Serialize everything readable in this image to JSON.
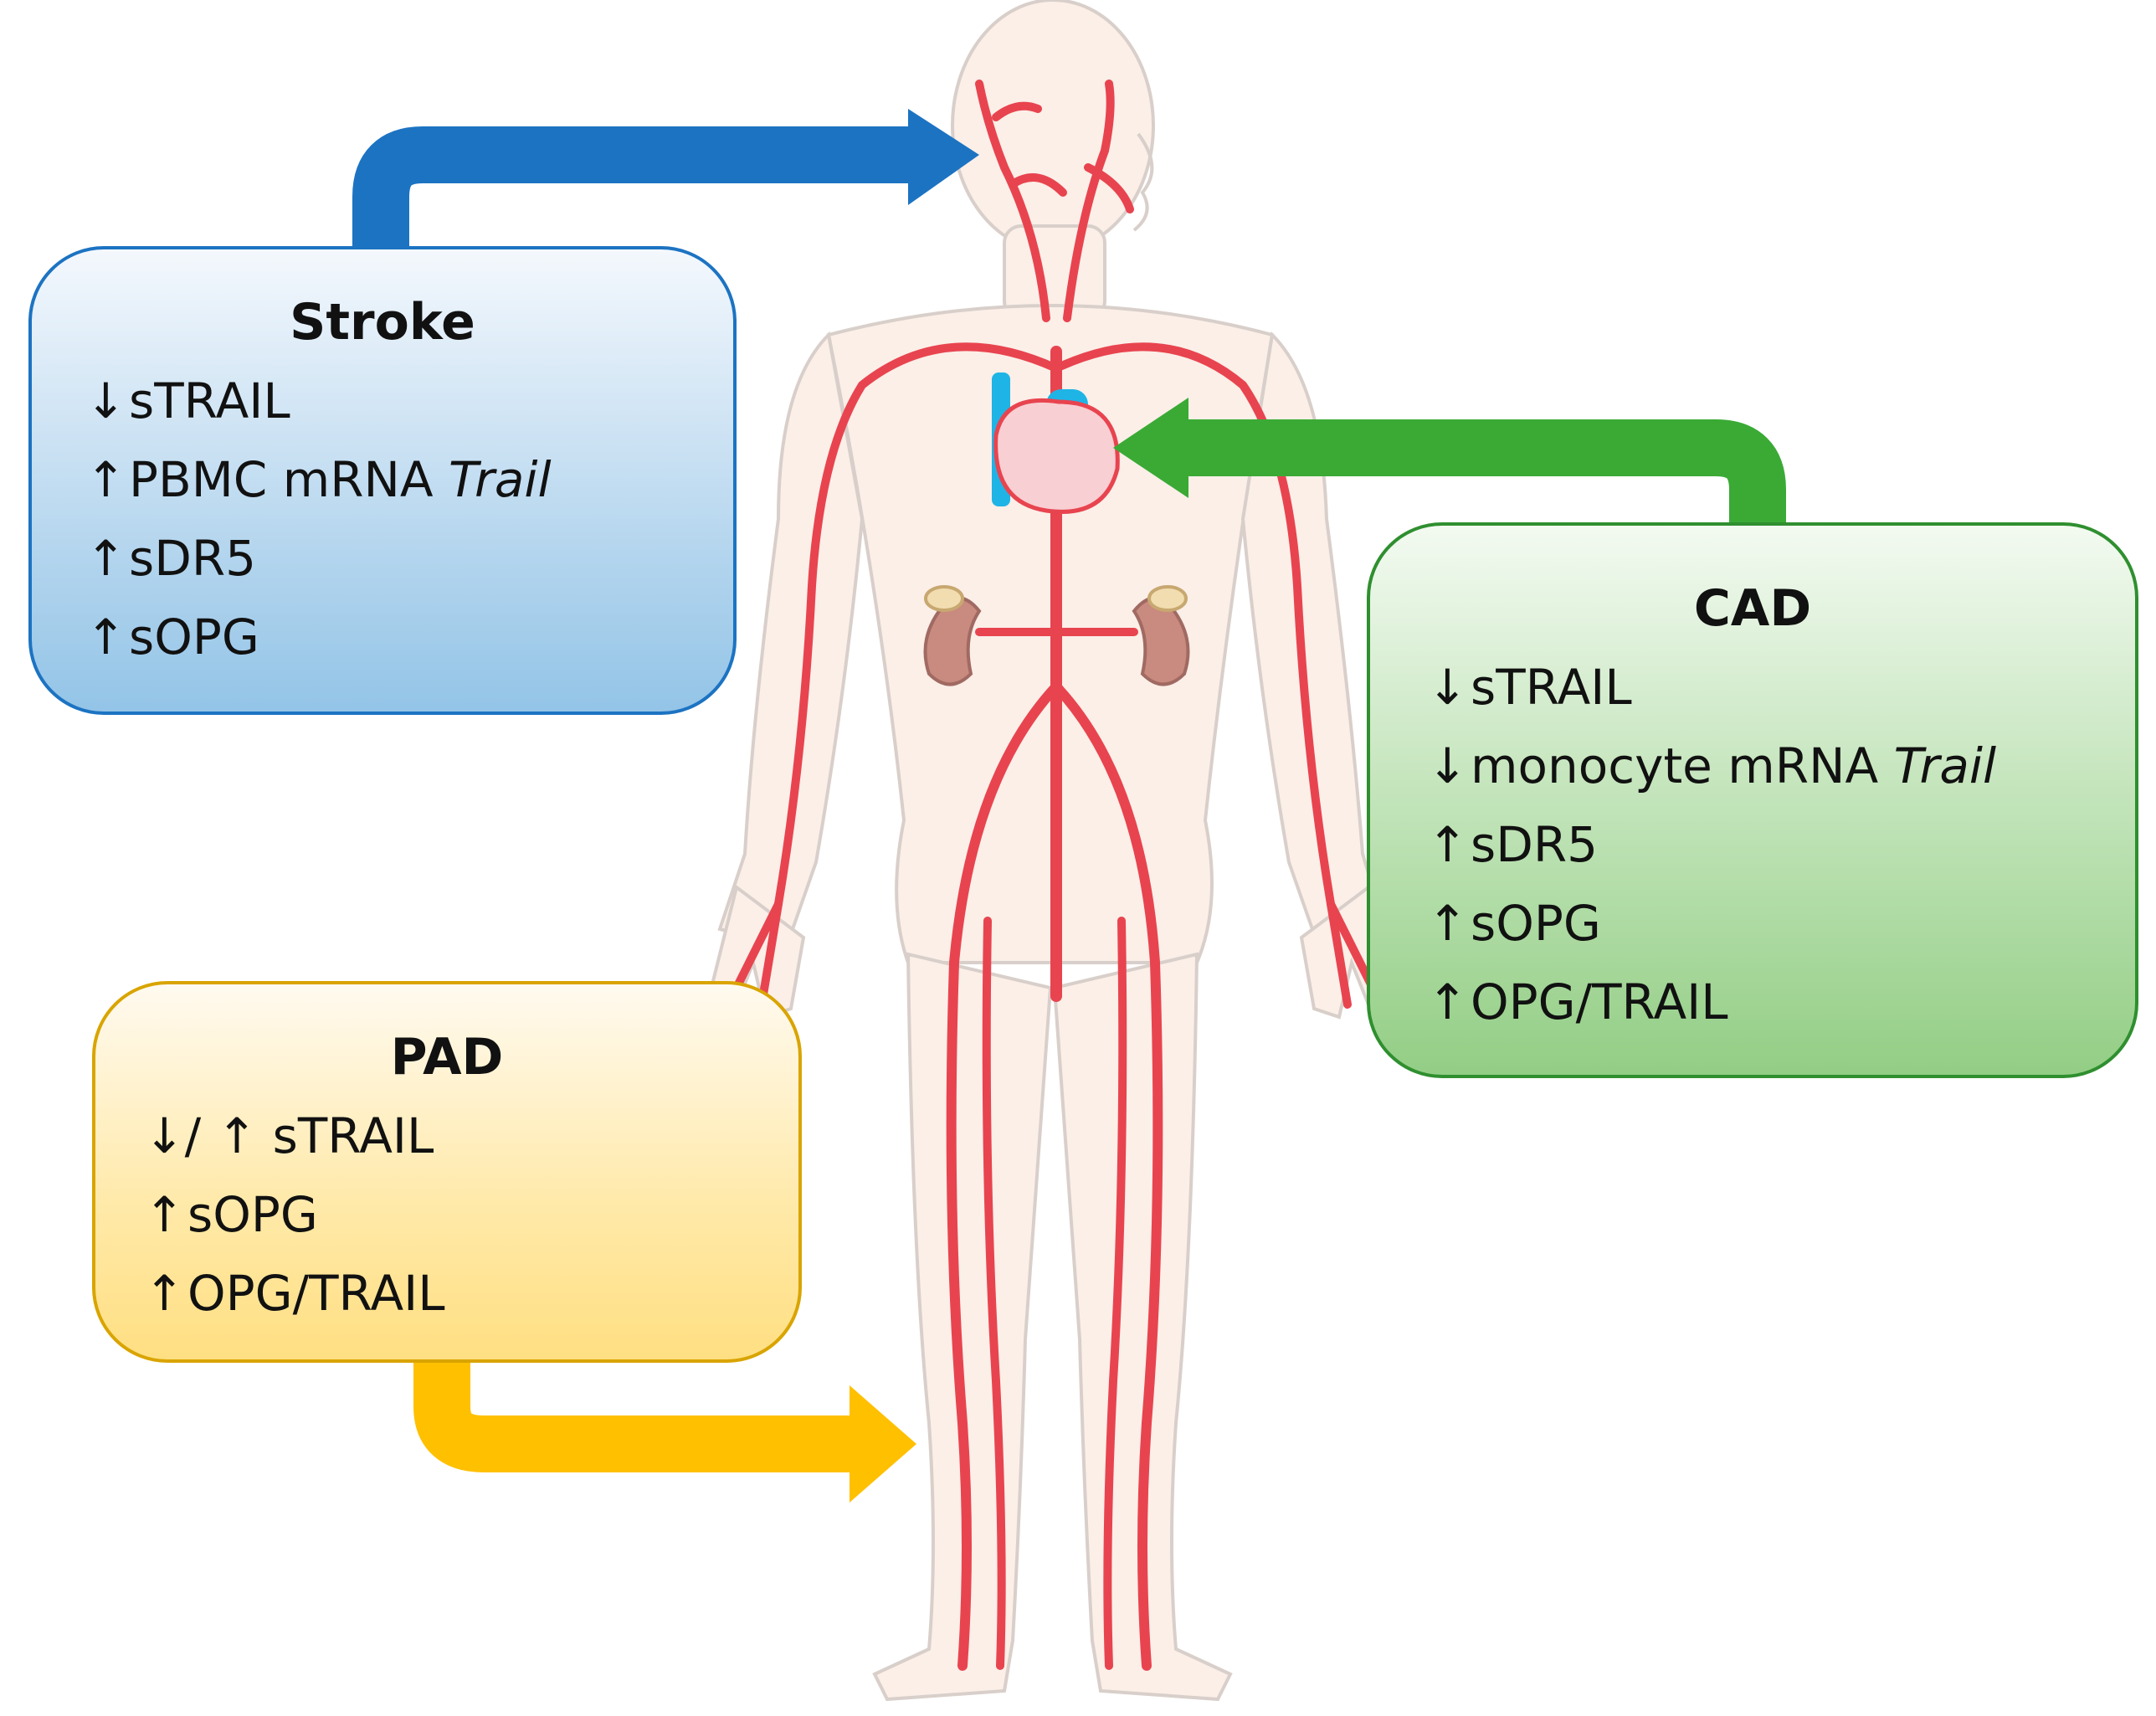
{
  "colors": {
    "stroke_accent": "#1c73c2",
    "cad_accent": "#3aaa35",
    "pad_accent": "#ffc000",
    "artery_red": "#e8444f",
    "vein_blue": "#1fb4e6",
    "skin": "#fbefe8",
    "kidney": "#c98a80"
  },
  "icons": {
    "human_body": "human-circulatory-system-illustration",
    "connector": "elbow-arrow"
  },
  "panels": {
    "stroke": {
      "title": "Stroke",
      "items": [
        {
          "arrow": "↓",
          "text": "sTRAIL",
          "italic": ""
        },
        {
          "arrow": "↑",
          "text": "PBMC mRNA ",
          "italic": "Trail"
        },
        {
          "arrow": "↑",
          "text": "sDR5",
          "italic": ""
        },
        {
          "arrow": "↑",
          "text": "sOPG",
          "italic": ""
        }
      ]
    },
    "cad": {
      "title": "CAD",
      "items": [
        {
          "arrow": "↓",
          "text": "sTRAIL",
          "italic": ""
        },
        {
          "arrow": "↓",
          "text": "monocyte mRNA ",
          "italic": "Trail"
        },
        {
          "arrow": "↑",
          "text": "sDR5",
          "italic": ""
        },
        {
          "arrow": "↑",
          "text": "sOPG",
          "italic": ""
        },
        {
          "arrow": "↑",
          "text": "OPG/TRAIL",
          "italic": ""
        }
      ]
    },
    "pad": {
      "title": "PAD",
      "items": [
        {
          "arrow": "↓/ ↑",
          "text": " sTRAIL",
          "italic": ""
        },
        {
          "arrow": "↑",
          "text": "sOPG",
          "italic": ""
        },
        {
          "arrow": "↑",
          "text": "OPG/TRAIL",
          "italic": ""
        }
      ]
    }
  }
}
